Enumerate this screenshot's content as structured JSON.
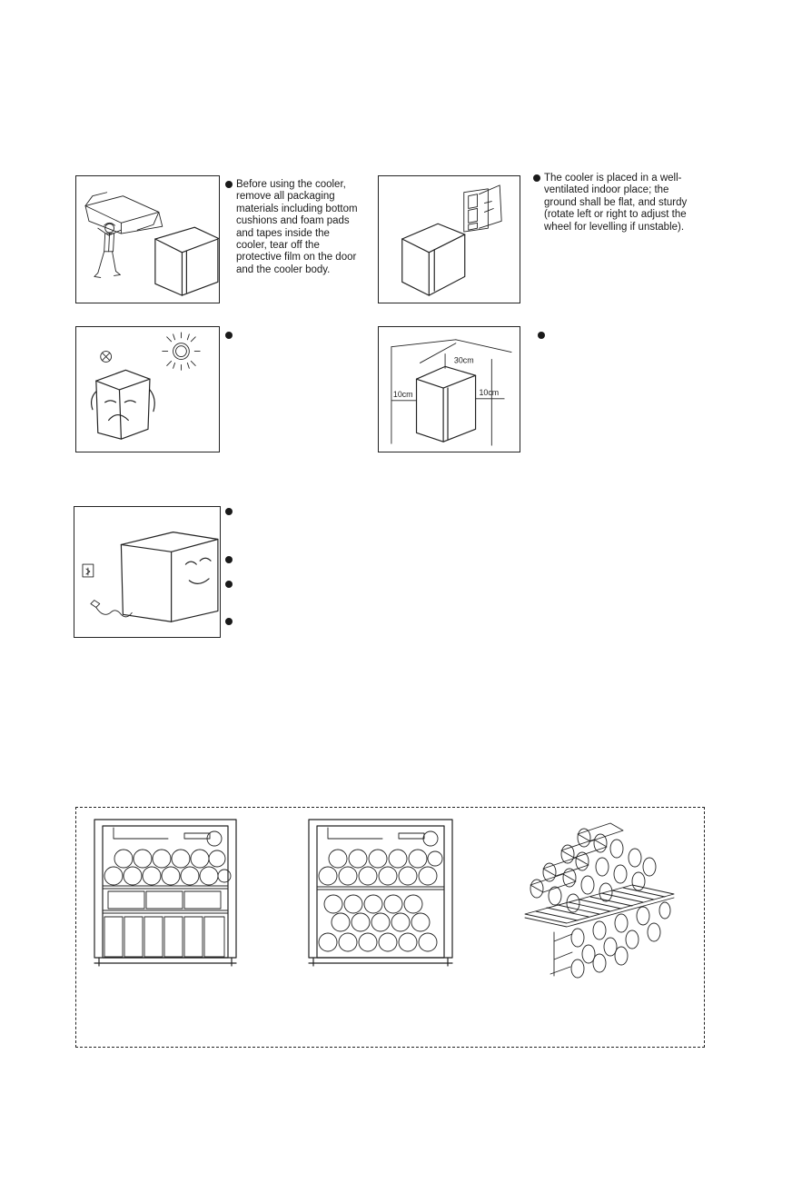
{
  "notes": [
    {
      "id": "remove-packaging",
      "text": "Before using the cooler, remove all packaging materials including bottom cushions and foam pads and tapes inside the cooler, tear off the protective film on the door and the cooler body."
    },
    {
      "id": "ventilated-placement",
      "text": "The cooler is placed in a well-ventilated indoor place; the ground shall be flat, and sturdy (rotate left or right to adjust the wheel for levelling if unstable)."
    },
    {
      "id": "avoid-sunlight",
      "text": ""
    },
    {
      "id": "clearance",
      "text": ""
    },
    {
      "id": "power-1",
      "text": ""
    },
    {
      "id": "power-2",
      "text": ""
    },
    {
      "id": "power-3",
      "text": ""
    },
    {
      "id": "power-4",
      "text": ""
    }
  ],
  "clearance_labels": {
    "top": "30cm",
    "left": "10cm",
    "right": "10cm"
  },
  "icons": {
    "prohibited": "prohibited-icon",
    "sun": "sun-icon",
    "socket": "power-socket-icon"
  },
  "colors": {
    "ink": "#222222",
    "paper": "#ffffff"
  }
}
